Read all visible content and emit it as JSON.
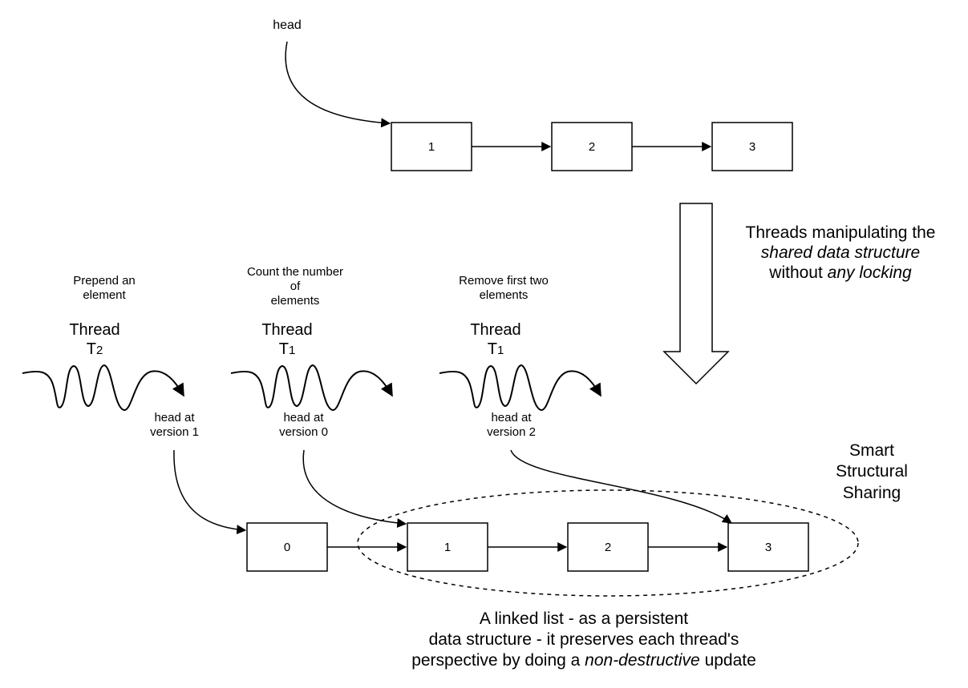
{
  "top": {
    "head_label": "head",
    "nodes": [
      "1",
      "2",
      "3"
    ]
  },
  "side_note": {
    "line1": "Threads manipulating the",
    "line2_em": "shared data structure",
    "line3_pre": "without ",
    "line3_em": "any locking"
  },
  "threads": [
    {
      "op_lines": [
        "Prepend an",
        "element"
      ],
      "word": "Thread",
      "id": "T",
      "sub": "2",
      "head_lines": [
        "head at",
        "version 1"
      ]
    },
    {
      "op_lines": [
        "Count the number",
        "of",
        "elements"
      ],
      "word": "Thread",
      "id": "T",
      "sub": "1",
      "head_lines": [
        "head at",
        "version 0"
      ]
    },
    {
      "op_lines": [
        "Remove first two",
        "elements"
      ],
      "word": "Thread",
      "id": "T",
      "sub": "1",
      "head_lines": [
        "head at",
        "version 2"
      ]
    }
  ],
  "bottom": {
    "nodes": [
      "0",
      "1",
      "2",
      "3"
    ]
  },
  "sharing_lines": [
    "Smart",
    "Structural",
    "Sharing"
  ],
  "caption": {
    "line1": "A linked list - as a persistent",
    "line2": "data structure - it preserves each thread's",
    "line3_pre": "perspective by doing a ",
    "line3_em": "non-destructive",
    "line3_post": " update"
  }
}
